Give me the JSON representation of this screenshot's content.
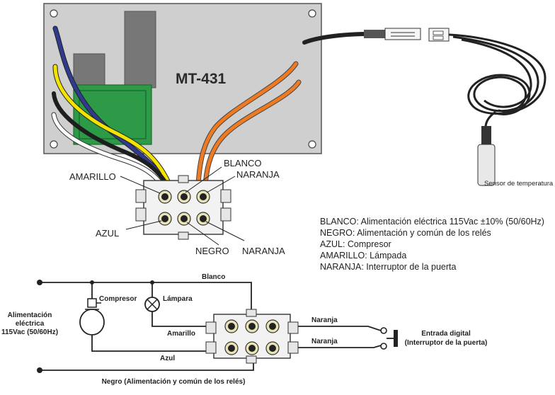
{
  "board": {
    "model": "MT-431"
  },
  "sensor": {
    "label": "Sensor de temperatura"
  },
  "connector_labels": {
    "blanco": "BLANCO",
    "amarillo": "AMARILLO",
    "naranja_top": "NARANJA",
    "azul": "AZUL",
    "negro": "NEGRO",
    "naranja_bottom": "NARANJA"
  },
  "legend": [
    "BLANCO: Alimentación eléctrica 115Vac ±10% (50/60Hz)",
    "NEGRO: Alimentación y común de los relés",
    "AZUL: Compresor",
    "AMARILLO: Lámpada",
    "NARANJA: Interruptor de la puerta"
  ],
  "schematic": {
    "blanco": "Blanco",
    "compresor": "Compresor",
    "lampara": "Lámpara",
    "power_line1": "Alimentación",
    "power_line2": "eléctrica",
    "power_line3": "115Vac (50/60Hz)",
    "amarillo": "Amarillo",
    "azul": "Azul",
    "naranja1": "Naranja",
    "naranja2": "Naranja",
    "digital_line1": "Entrada digital",
    "digital_line2": "(Interruptor de la puerta)",
    "negro": "Negro (Alimentación y común de los relés)"
  },
  "colors": {
    "board": "#cfcfcf",
    "relay": "#7a7a7a",
    "transformer": "#2e9a4a",
    "wire_blue": "#303a8e",
    "wire_yellow": "#f2e400",
    "wire_black": "#1e1e1e",
    "wire_white": "#ffffff",
    "wire_orange": "#ee7a22"
  }
}
